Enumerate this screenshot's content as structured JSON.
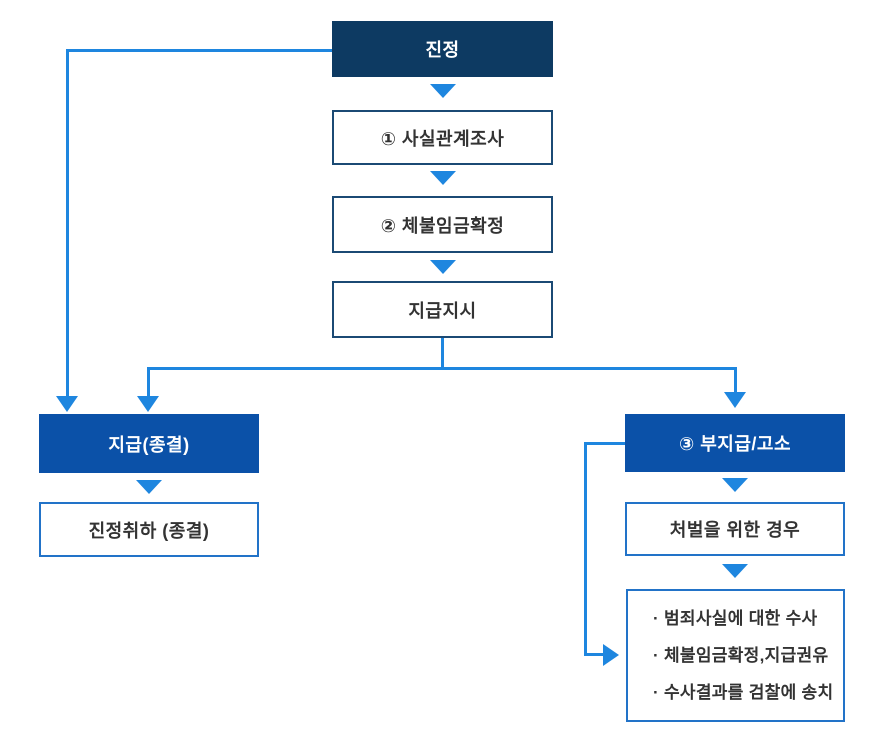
{
  "colors": {
    "dark_navy": "#0d3a62",
    "primary_blue": "#0b51a8",
    "line_blue": "#1e86df",
    "navy_border": "#1b4a74",
    "blue_border": "#2273c8",
    "text_dark": "#333333"
  },
  "flowchart": {
    "top": {
      "label": "진정"
    },
    "steps": [
      {
        "label": "① 사실관계조사"
      },
      {
        "label": "② 체불임금확정"
      },
      {
        "label": "지급지시"
      }
    ],
    "left_branch": {
      "payment": {
        "label": "지급(종결)"
      },
      "withdrawal": {
        "label": "진정취하 (종결)"
      }
    },
    "right_branch": {
      "nonpayment": {
        "label": "③ 부지급/고소"
      },
      "punishment": {
        "label": "처벌을 위한 경우"
      },
      "details": {
        "items": [
          "· 범죄사실에 대한 수사",
          "· 체불임금확정,지급권유",
          "· 수사결과를 검찰에 송치"
        ]
      }
    }
  }
}
